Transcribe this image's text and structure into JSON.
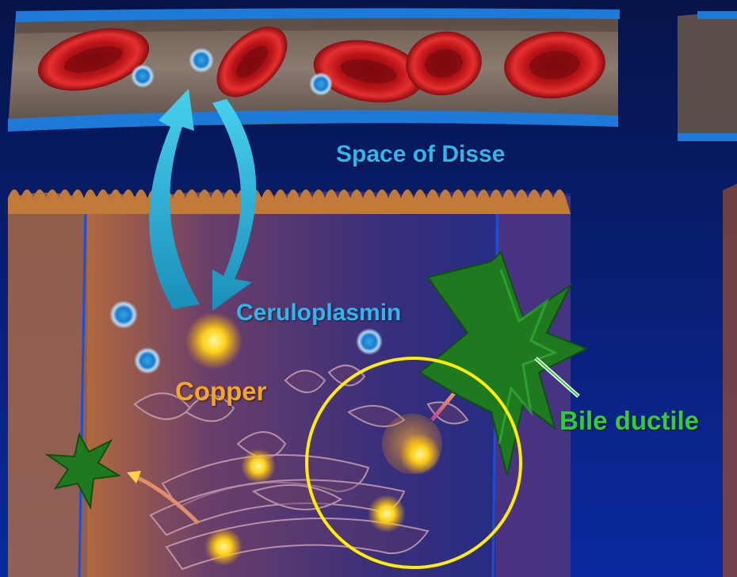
{
  "labels": {
    "space_of_disse": "Space of Disse",
    "ceruloplasmin": "Ceruloplasmin",
    "copper": "Copper",
    "bile_ductile": "Bile ductile"
  },
  "colors": {
    "background": "#071a63",
    "label_blue": "#2fb6ee",
    "label_orange": "#f5a623",
    "label_green": "#33cc33",
    "red_blood_cell": "#c8141a",
    "bile_ductile": "#1f7a1f",
    "highlight_circle": "#ffee00",
    "arrow_cyan": "#2ab8e0",
    "copper_glow": "#ffd21a"
  },
  "icons": [
    "red-blood-cell",
    "blue-ion",
    "copper-particle",
    "bile-ductile-star",
    "cyan-curved-arrow",
    "highlight-circle"
  ]
}
